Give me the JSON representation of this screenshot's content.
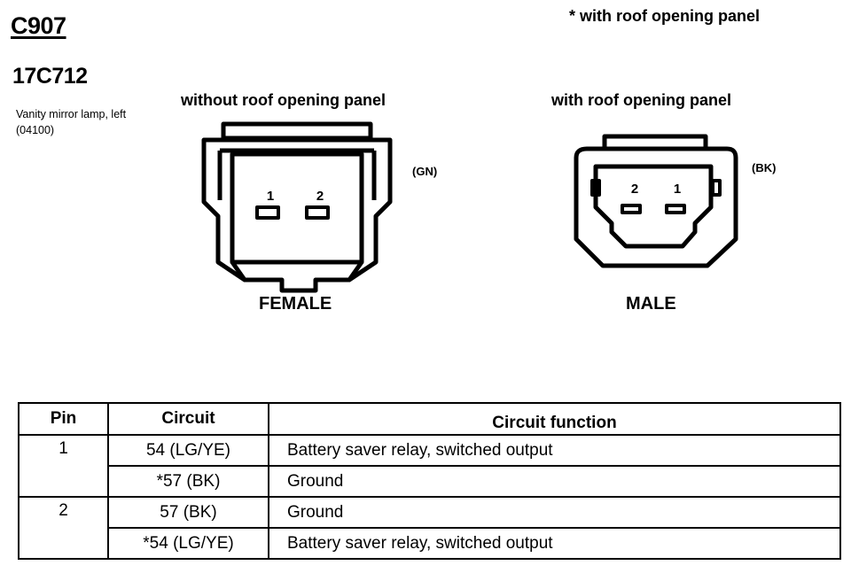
{
  "header": {
    "connector_id": "C907",
    "part_number": "17C712",
    "description": "Vanity mirror lamp, left (04100)",
    "note": "*  with roof opening panel"
  },
  "views": [
    {
      "caption": "without roof opening panel",
      "color_code": "(GN)",
      "gender": "FEMALE",
      "pin_labels": [
        "1",
        "2"
      ]
    },
    {
      "caption": "with roof opening panel",
      "color_code": "(BK)",
      "gender": "MALE",
      "pin_labels": [
        "2",
        "1"
      ]
    }
  ],
  "table": {
    "headers": [
      "Pin",
      "Circuit",
      "Circuit function"
    ],
    "rows": [
      {
        "pin": "1",
        "circuit": "54 (LG/YE)",
        "function": "Battery saver relay, switched output"
      },
      {
        "pin": "",
        "circuit": "*57 (BK)",
        "function": "Ground"
      },
      {
        "pin": "2",
        "circuit": "57 (BK)",
        "function": "Ground"
      },
      {
        "pin": "",
        "circuit": "*54 (LG/YE)",
        "function": "Battery saver relay, switched output"
      }
    ]
  }
}
